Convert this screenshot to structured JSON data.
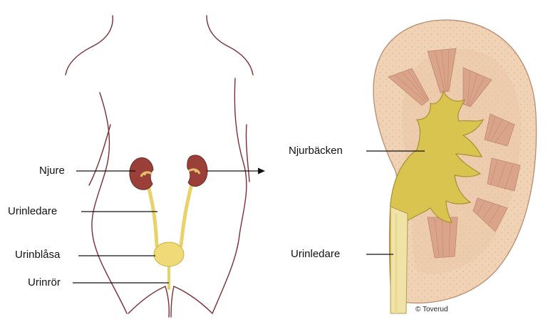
{
  "labels": {
    "kidney": "Njure",
    "ureter_left": "Urinledare",
    "bladder": "Urinblåsa",
    "urethra": "Urinrör",
    "renal_pelvis": "Njurbäcken",
    "ureter_right": "Urinledare"
  },
  "credit": "© Toverud",
  "colors": {
    "body_outline": "#7a2e35",
    "kidney": "#9a4038",
    "urinary_yellow": "#ead56a",
    "cortex": "#f0d2b4",
    "pyramid": "#d9a48a",
    "pelvis": "#d9c450"
  }
}
